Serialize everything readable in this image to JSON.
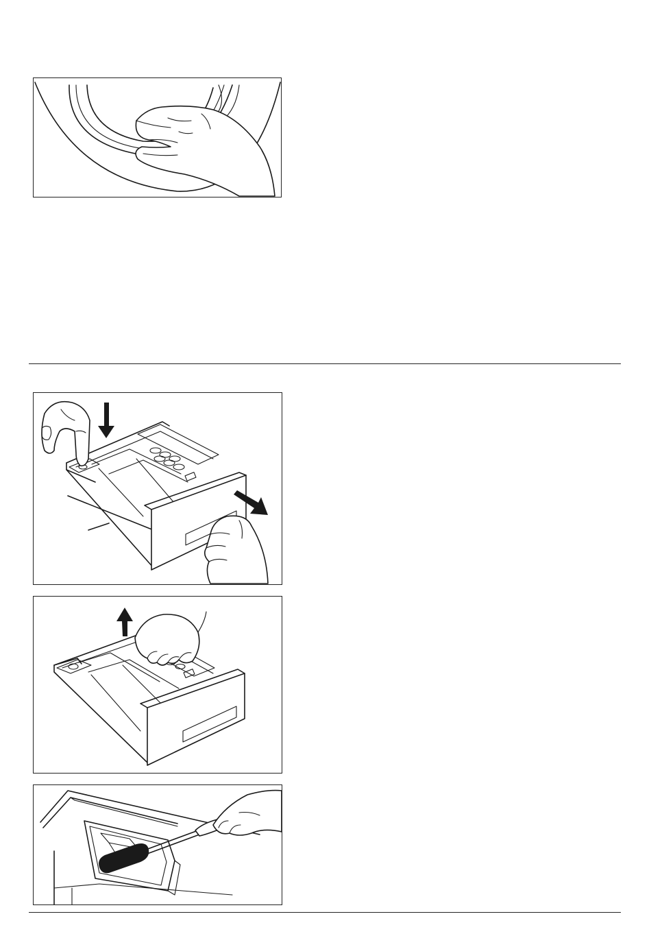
{
  "figures": [
    {
      "id": "door-seal",
      "description_icon": "door-seal-cleaning-illustration"
    },
    {
      "id": "drawer-release",
      "description_icon": "dispenser-drawer-release-illustration"
    },
    {
      "id": "insert-removal",
      "description_icon": "dispenser-insert-removal-illustration"
    },
    {
      "id": "recess-brush",
      "description_icon": "dispenser-recess-brush-illustration"
    }
  ],
  "colors": {
    "line": "#1a1a1a",
    "background": "#ffffff"
  }
}
